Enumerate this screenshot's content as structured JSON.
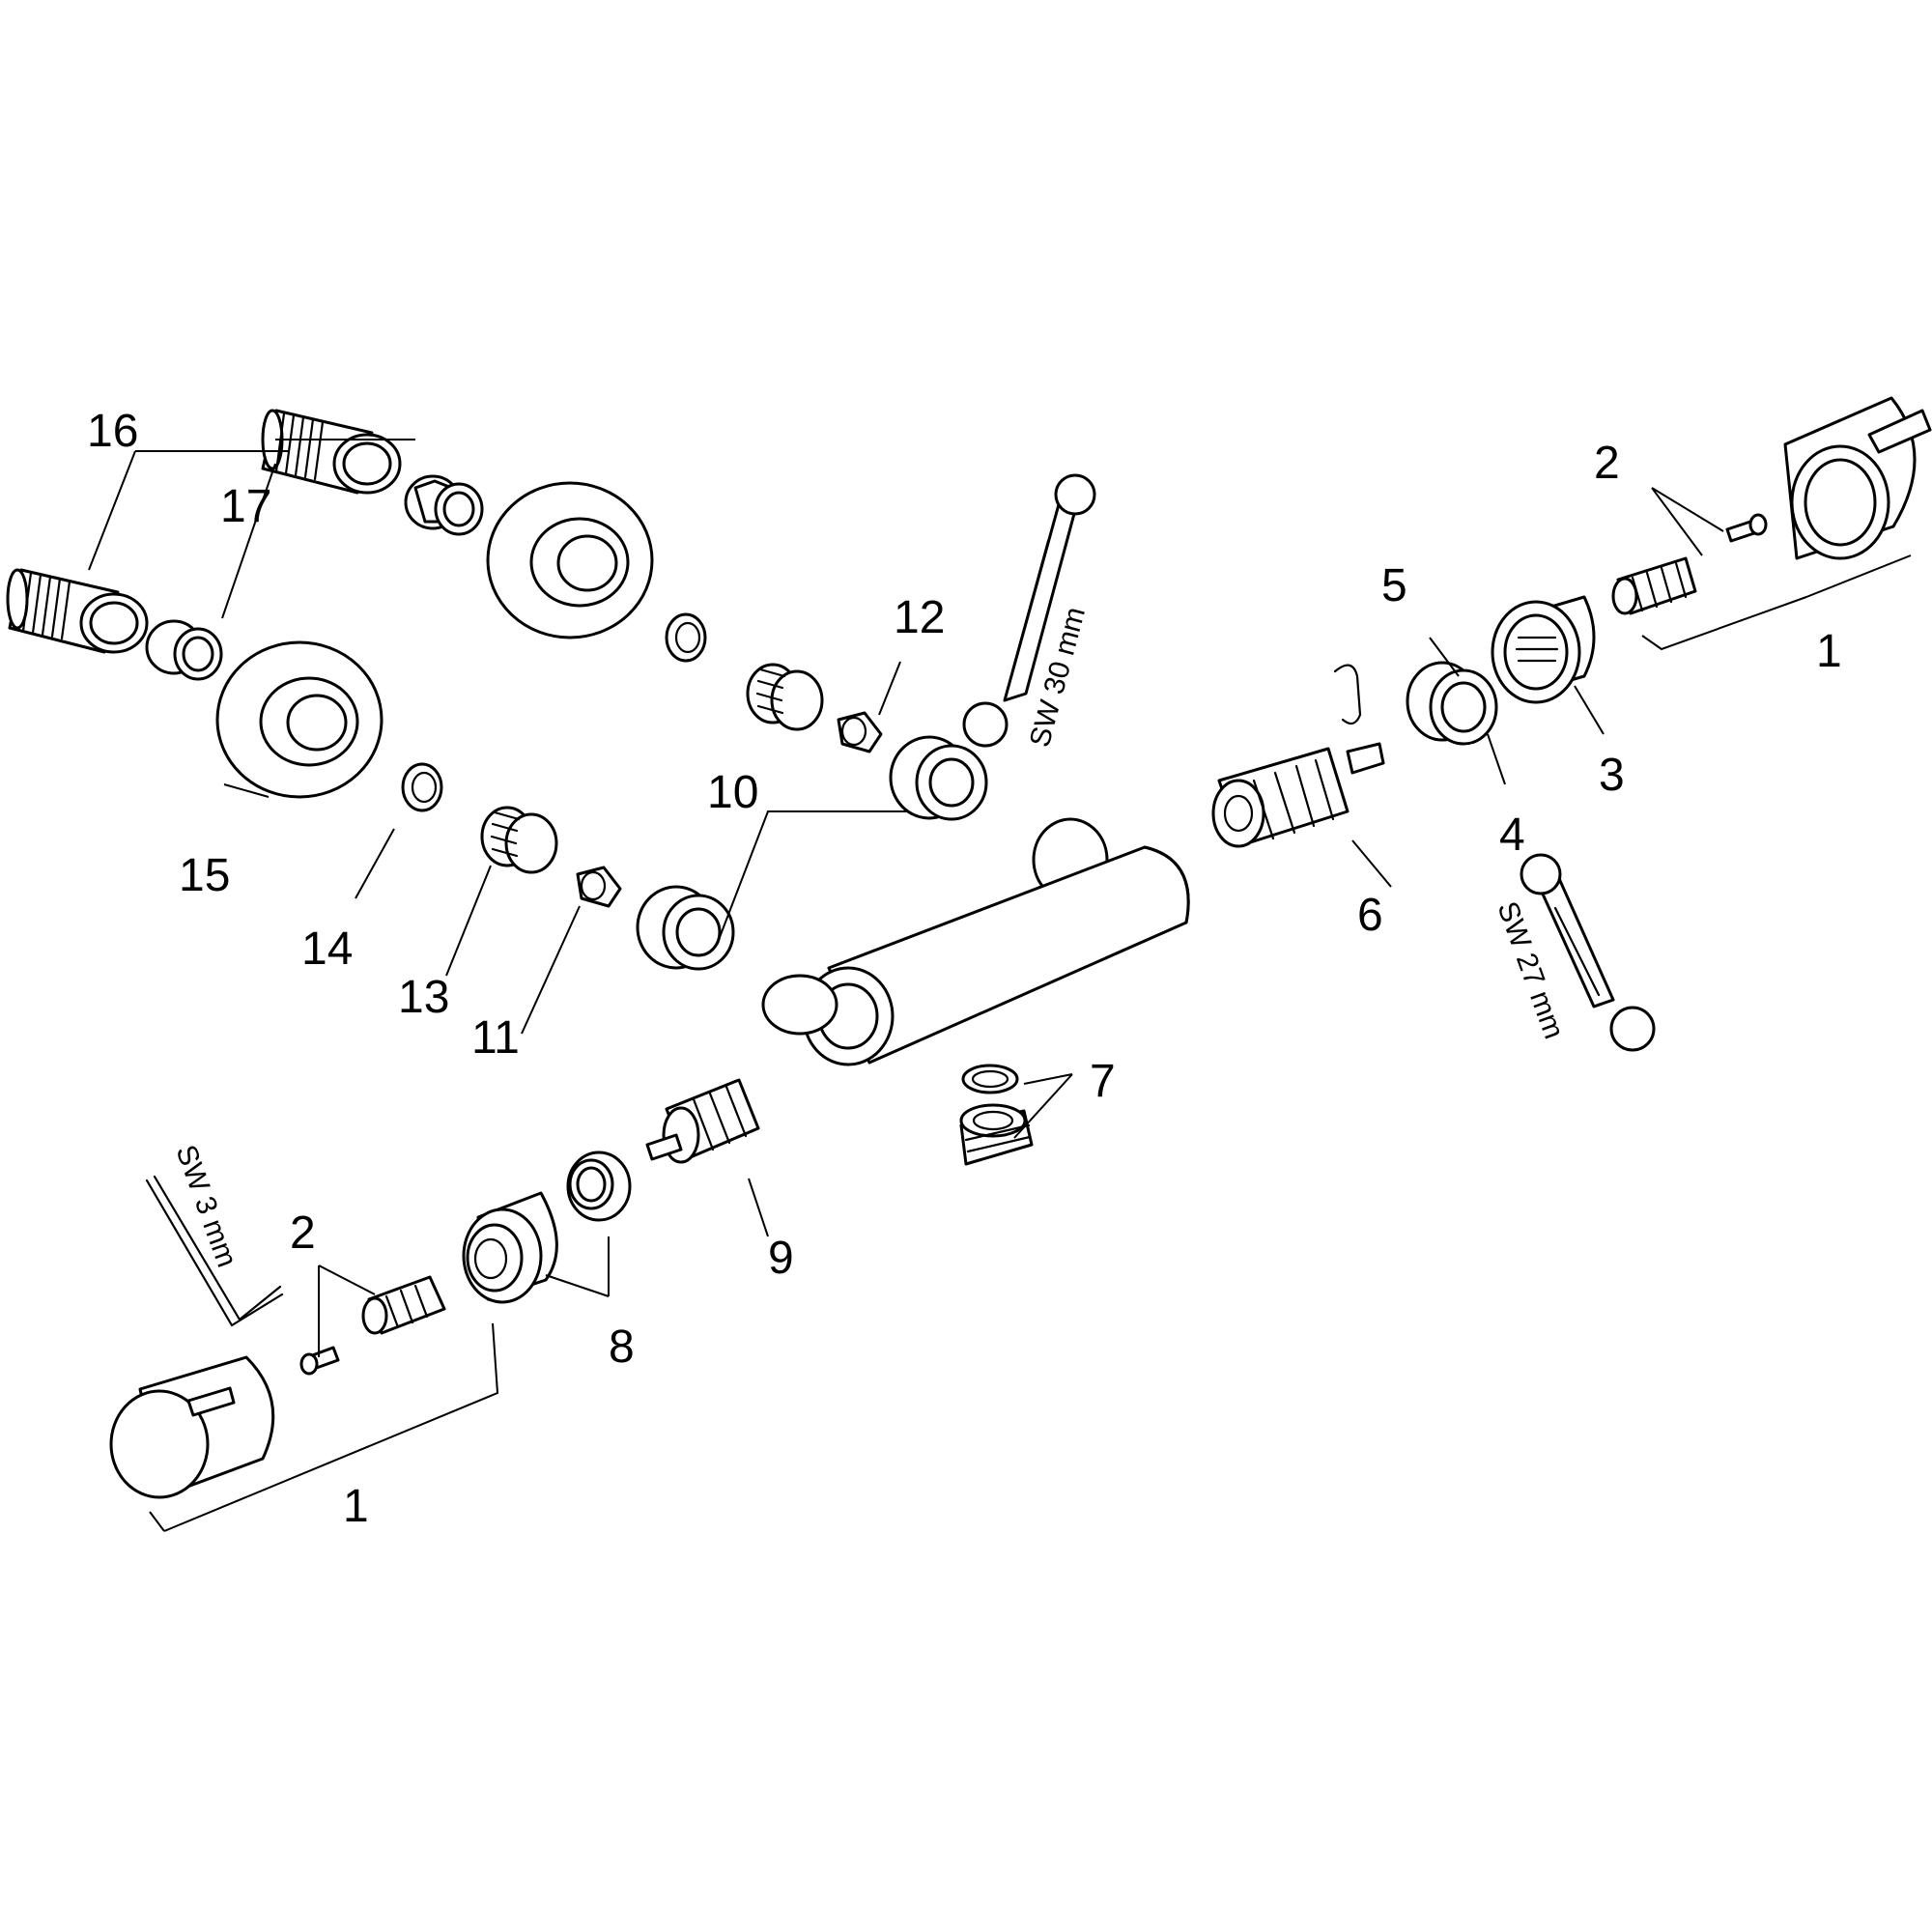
{
  "labels": {
    "l1_right": "1",
    "l1_left": "1",
    "l2_right": "2",
    "l2_left": "2",
    "l3": "3",
    "l4": "4",
    "l5": "5",
    "l6": "6",
    "l7": "7",
    "l8": "8",
    "l9": "9",
    "l10": "10",
    "l11": "11",
    "l12": "12",
    "l13": "13",
    "l14": "14",
    "l15": "15",
    "l16": "16",
    "l17": "17"
  },
  "tools": {
    "wrench_30": "SW 30 mm",
    "wrench_27": "SW 27 mm",
    "hex_key_3": "SW 3 mm"
  }
}
